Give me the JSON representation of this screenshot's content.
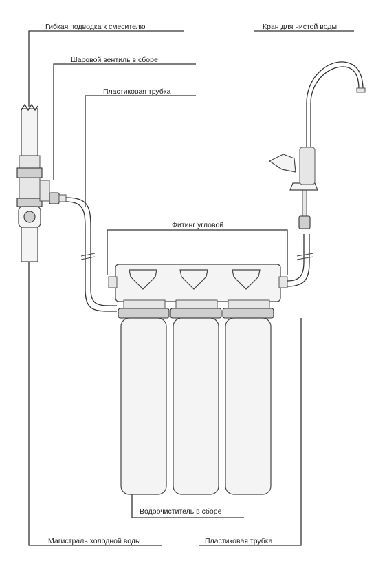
{
  "labels": {
    "flex_hose": "Гибкая подводка к смесителю",
    "ball_valve": "Шаровой вентиль в сборе",
    "plastic_tube_top": "Пластиковая трубка",
    "clean_water_tap": "Кран для чистой воды",
    "angle_fitting": "Фитинг угловой",
    "purifier_assembly": "Водоочиститель в сборе",
    "cold_water_main": "Магистраль холодной воды",
    "plastic_tube_bottom": "Пластиковая трубка"
  }
}
